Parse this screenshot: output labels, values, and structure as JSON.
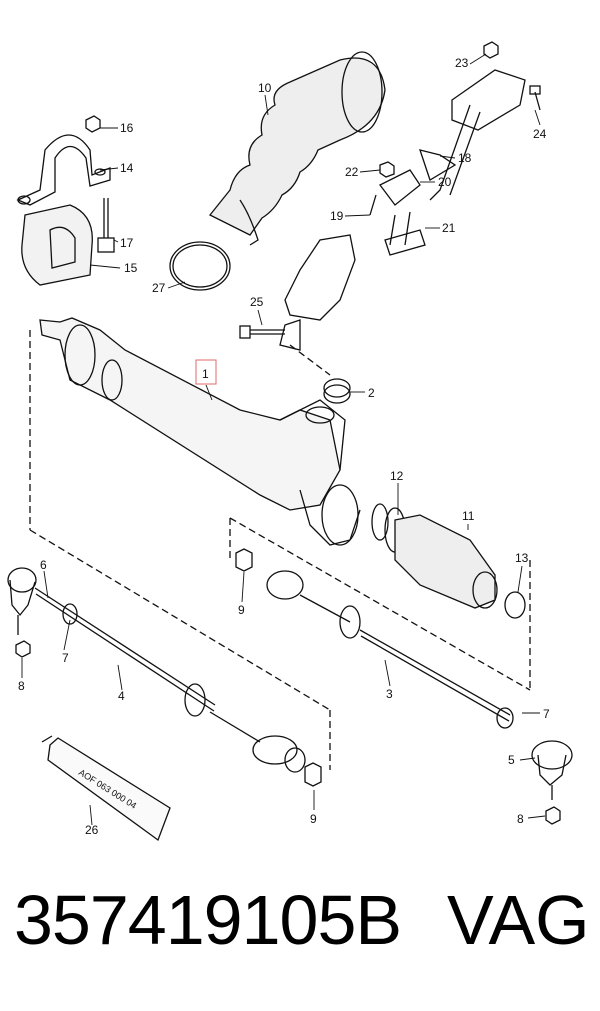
{
  "labels": {
    "l1": "1",
    "l2": "2",
    "l3": "3",
    "l4": "4",
    "l5": "5",
    "l6": "6",
    "l7a": "7",
    "l7b": "7",
    "l8a": "8",
    "l8b": "8",
    "l9a": "9",
    "l9b": "9",
    "l10": "10",
    "l11": "11",
    "l12": "12",
    "l13": "13",
    "l14": "14",
    "l15": "15",
    "l16": "16",
    "l17": "17",
    "l18": "18",
    "l19": "19",
    "l20": "20",
    "l21": "21",
    "l22": "22",
    "l23": "23",
    "l24": "24",
    "l25": "25",
    "l26": "26",
    "l27": "27"
  },
  "tube_text": "AOF 063 000 04",
  "footer": {
    "part_number": "357419105B",
    "brand": "VAG"
  }
}
